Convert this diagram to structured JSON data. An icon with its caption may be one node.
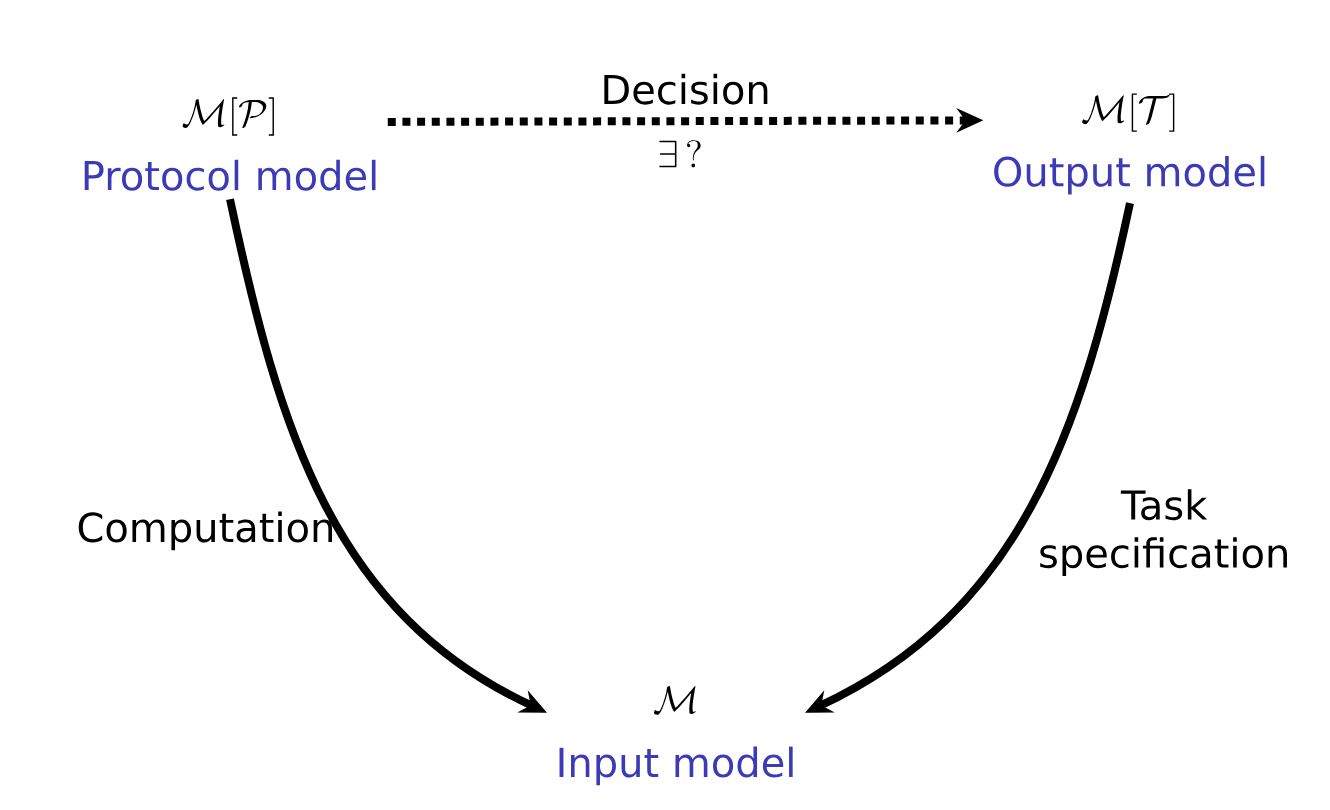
{
  "diagram": {
    "nodes": [
      {
        "text": [
          "\\mathcal{M}[\\mathcal{P}]",
          "Protocol model"
        ]
      },
      {
        "text": [
          "\\mathcal{M}[\\mathcal{T}]",
          "Output model"
        ]
      },
      {
        "text": [
          "\\mathcal{M}",
          "Input model"
        ]
      }
    ],
    "edges": [
      {
        "from": 0,
        "to": 1,
        "arrow": "to",
        "label": "Decision",
        "style": "dashed"
      },
      {
        "from": 0,
        "to": 2,
        "arrow": "to",
        "label": "Computation"
      },
      {
        "from": 1,
        "to": 2,
        "arrow": "to",
        "label": "Task specification"
      }
    ],
    "labels": [
      "\\exists\\,?"
    ]
  }
}
